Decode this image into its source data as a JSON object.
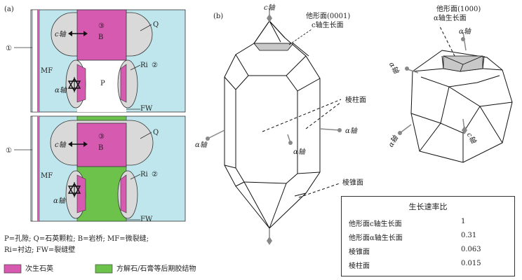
{
  "panel_a": {
    "label": "(a)",
    "labels": {
      "c_axis": "c轴",
      "a_axis": "α轴",
      "B": "B",
      "Q": "Q",
      "P": "P",
      "Ri": "Ri",
      "MF": "MF",
      "FW": "FW",
      "circ1": "①",
      "circ2": "②",
      "circ3": "③"
    },
    "caption_line1": "P=孔隙; Q=石英颗粒; B=岩桥; MF=微裂缝;",
    "caption_line2": "Ri=衬边; FW=裂缝壁",
    "legend": [
      {
        "label": "次生石英",
        "color": "#d65bb0"
      },
      {
        "label": "方解石/石膏等后期胶结物",
        "color": "#6cc24a"
      }
    ]
  },
  "panel_b": {
    "label": "(b)",
    "c_axis_top": "c轴",
    "facet_0001_line1": "他形面(0001)",
    "facet_0001_line2": "c轴生长面",
    "prism_face": "棱柱面",
    "pyramid_face": "棱锥面",
    "a_axis_left": "α轴",
    "a_axis_mid": "α轴",
    "a_axis_right": "α轴",
    "facet_1000_line1": "他形面(1000)",
    "facet_1000_line2": "α轴生长面",
    "a_axis_top": "α轴",
    "a_axis_left2": "α轴",
    "a_axis_bottom": "α轴",
    "c_axis_small": "c轴"
  },
  "growth_table": {
    "title": "生长速率比",
    "rows": [
      {
        "name": "他形面c轴生长面",
        "value": "1"
      },
      {
        "name": "他形面α轴生长面",
        "value": "0.31"
      },
      {
        "name": "棱锥面",
        "value": "0.063"
      },
      {
        "name": "棱柱面",
        "value": "0.015"
      }
    ]
  },
  "colors": {
    "cyan": "#bfe6ec",
    "pink": "#d65bb0",
    "green": "#6cc24a",
    "grey": "#d9d9d9"
  }
}
